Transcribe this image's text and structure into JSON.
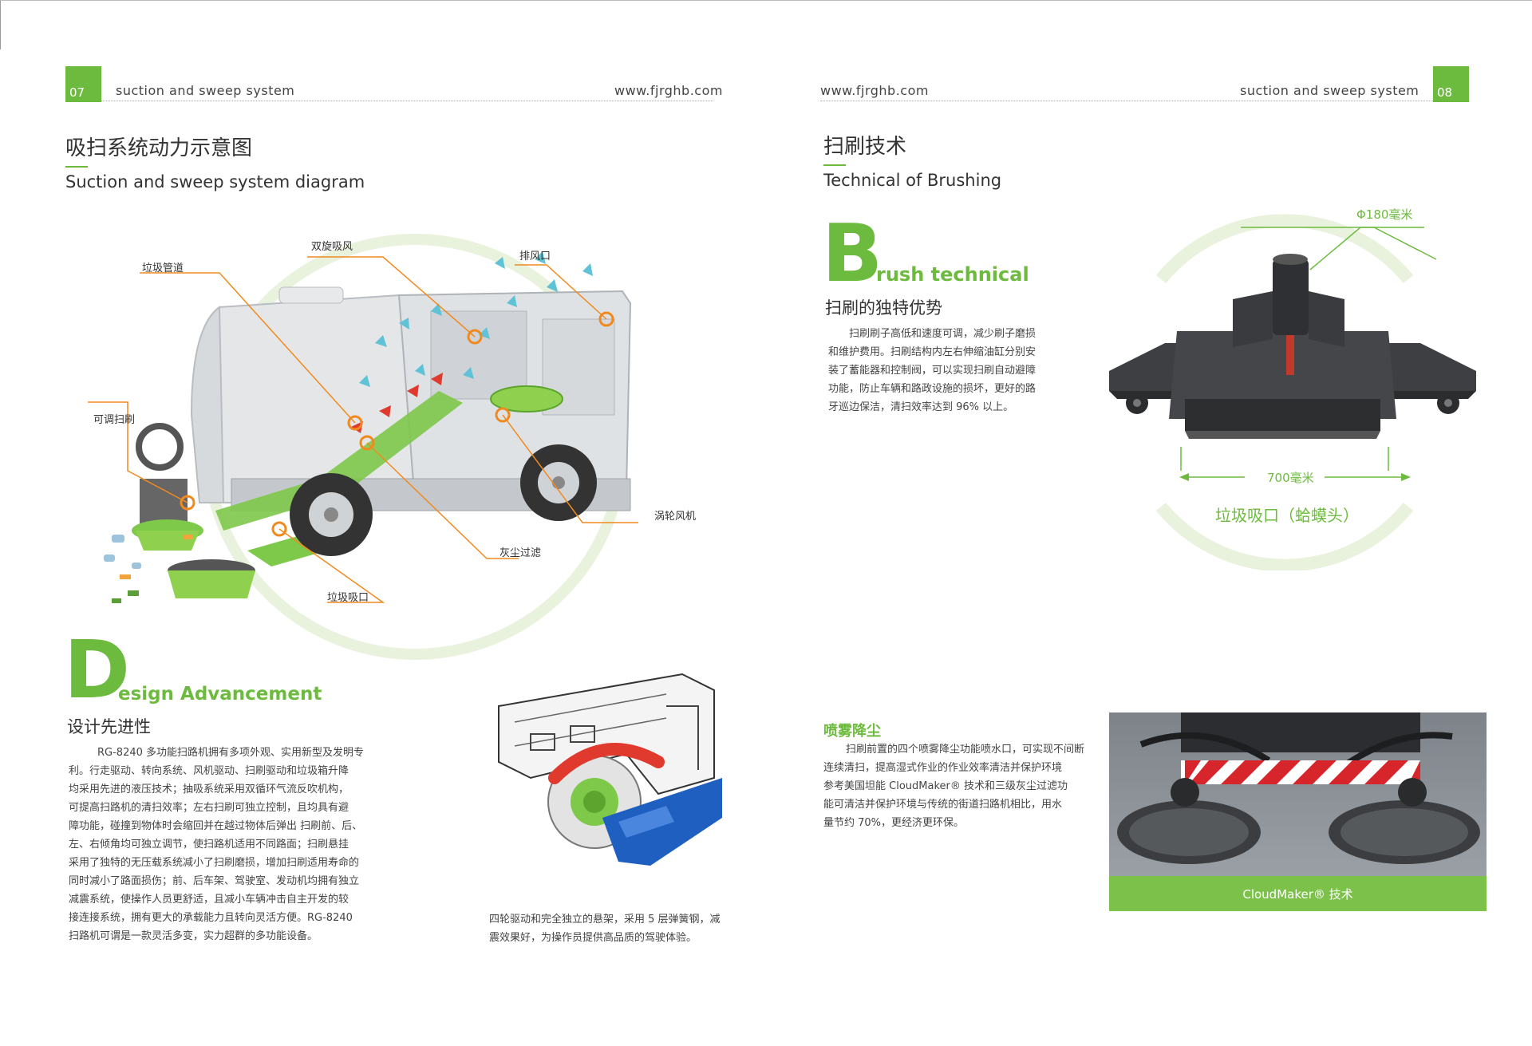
{
  "colors": {
    "accent": "#6dbb3e",
    "callout": "#f08a1f",
    "dark": "#333333"
  },
  "left": {
    "page_number": "07",
    "section": "suction and sweep system",
    "site": "www.fjrghb.com",
    "title_cn": "吸扫系统动力示意图",
    "title_en": "Suction and sweep system diagram",
    "callouts": {
      "garbage_pipe": "垃圾管道",
      "double_suction": "双旋吸风",
      "exhaust": "排风口",
      "adjustable_brush": "可调扫刷",
      "turbo_fan": "涡轮风机",
      "dust_filter": "灰尘过滤",
      "garbage_intake": "垃圾吸口"
    },
    "design_letter": "D",
    "design_rest": "esign Advancement",
    "design_cn": "设计先进性",
    "design_lines": [
      "RG-8240 多功能扫路机拥有多项外观、实用新型及发明专",
      "利。行走驱动、转向系统、风机驱动、扫刷驱动和垃圾箱升降",
      "均采用先进的液压技术；抽吸系统采用双循环气流反吹机构，",
      "可提高扫路机的清扫效率；左右扫刷可独立控制，且均具有避",
      "障功能，碰撞到物体时会缩回并在越过物体后弹出 扫刷前、后、",
      "左、右倾角均可独立调节，使扫路机适用不同路面；扫刷悬挂",
      "采用了独特的无压载系统减小了扫刷磨损，增加扫刷适用寿命的",
      "同时减小了路面损伤；前、后车架、驾驶室、发动机均拥有独立",
      "减震系统，使操作人员更舒适，且减小车辆冲击自主开发的较",
      "接连接系统，拥有更大的承载能力且转向灵活方便。RG-8240",
      "扫路机可谓是一款灵活多变，实力超群的多功能设备。"
    ],
    "suspension_lines": [
      "四轮驱动和完全独立的悬架，采用 5 层弹簧钢，减",
      "震效果好，为操作员提供高品质的驾驶体验。"
    ]
  },
  "right": {
    "page_number": "08",
    "section": "suction and sweep system",
    "site": "www.fjrghb.com",
    "title_cn": "扫刷技术",
    "title_en": "Technical of Brushing",
    "brush_letter": "B",
    "brush_rest": "rush technical",
    "brush_cn": "扫刷的独特优势",
    "brush_lines": [
      "扫刷刷子高低和速度可调，减少刷子磨损",
      "和维护费用。扫刷结构内左右伸缩油缸分别安",
      "装了蓄能器和控制阀，可以实现扫刷自动避障",
      "功能，防止车辆和路政设施的损坏，更好的路",
      "牙巡边保洁，清扫效率达到 96% 以上。"
    ],
    "diameter": "Φ180毫米",
    "width": "700毫米",
    "intake_caption": "垃圾吸口（蛤蟆头）",
    "spray_title": "喷雾降尘",
    "spray_lines": [
      "扫刷前置的四个喷雾降尘功能喷水口，可实现不间断",
      "连续清扫，提高湿式作业的作业效率清洁并保护环境",
      "参考美国坦能 CloudMaker® 技术和三级灰尘过滤功",
      "能可清洁并保护环境与传统的街道扫路机相比，用水",
      "量节约 70%，更经济更环保。"
    ],
    "photo_caption": "CloudMaker® 技术"
  }
}
